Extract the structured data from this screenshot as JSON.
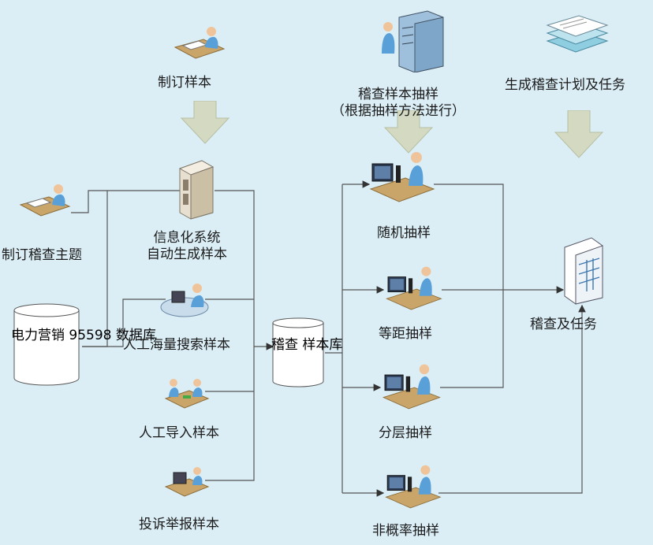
{
  "diagram": {
    "make_sample": "制订样本",
    "make_topic": "制订稽查主题",
    "info_system": [
      "信息化系统",
      "自动生成样本"
    ],
    "database": [
      "电力营销",
      "95598",
      "数据库"
    ],
    "manual_search": "人工海量搜索样本",
    "manual_import": "人工导入样本",
    "complaint": "投诉举报样本",
    "sample_lib": [
      "稽查",
      "样本库"
    ],
    "sampling_title": [
      "稽查样本抽样",
      "（根据抽样方法进行）"
    ],
    "plan_title": "生成稽查计划及任务",
    "random": "随机抽样",
    "equal": "等距抽样",
    "layered": "分层抽样",
    "nonprob": "非概率抽样",
    "tasks": "稽查及任务"
  },
  "colors": {
    "background": "#dbeef6",
    "arrow_fill": "#d6dcc4",
    "line": "#333333"
  }
}
